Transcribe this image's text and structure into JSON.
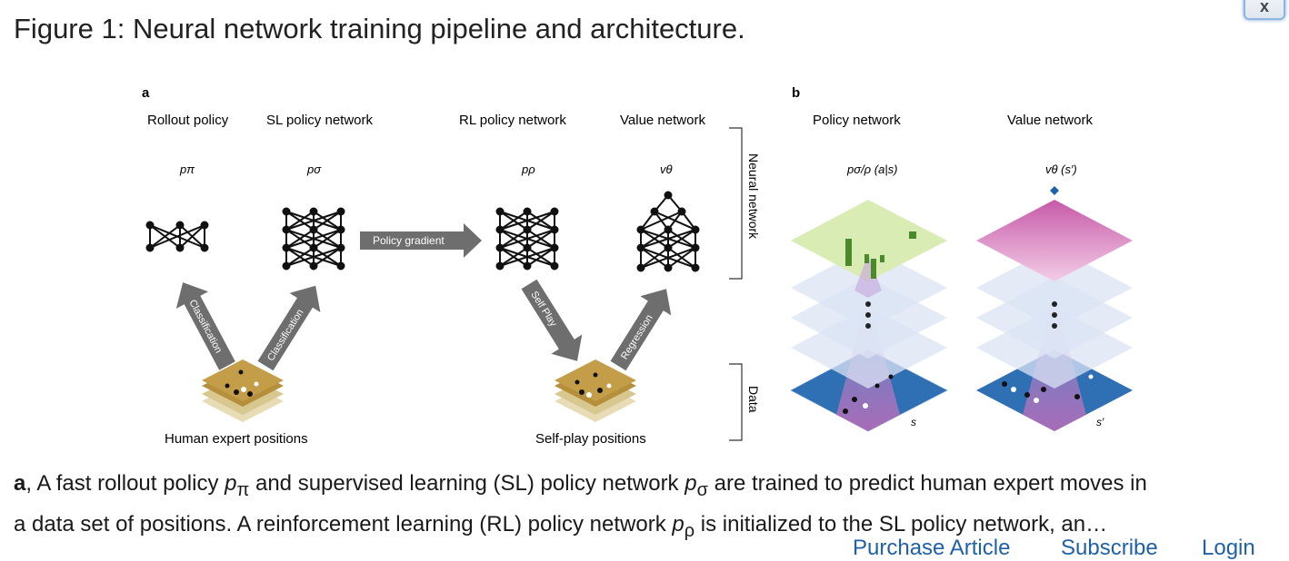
{
  "figure": {
    "title": "Figure 1: Neural network training pipeline and architecture.",
    "close_label": "x",
    "panel_a": {
      "label": "a",
      "columns": [
        {
          "title": "Rollout policy",
          "symbol": "pπ"
        },
        {
          "title": "SL policy network",
          "symbol": "pσ"
        },
        {
          "title": "RL policy network",
          "symbol": "pρ"
        },
        {
          "title": "Value network",
          "symbol": "vθ"
        }
      ],
      "arrow_policy_gradient": "Policy gradient",
      "arrow_classification_1": "Classification",
      "arrow_classification_2": "Classification",
      "arrow_self_play": "Self Play",
      "arrow_regression": "Regression",
      "neural_network_label": "Neural network",
      "data_label": "Data",
      "human_expert_label": "Human expert positions",
      "self_play_label": "Self-play positions"
    },
    "panel_b": {
      "label": "b",
      "policy_title": "Policy network",
      "value_title": "Value network",
      "policy_symbol": "pσ/ρ (a|s)",
      "value_symbol": "vθ (s′)",
      "state_s": "s",
      "state_s_prime": "s′"
    },
    "colors": {
      "link": "#1f61a8",
      "policy_plane": "#d9ecb4",
      "value_plane": "#e49bd0",
      "board_blue": "#2f6fb3",
      "go_board": "#b58f3b"
    }
  },
  "caption": {
    "a_label": "a",
    "p1": ", A fast rollout policy ",
    "sym_pi": "p",
    "sub_pi": "π",
    "p2": " and supervised learning (SL) policy network ",
    "sym_sigma": "p",
    "sub_sigma": "σ",
    "p3": " are trained to predict human expert moves in",
    "p4": "a data set of positions. A reinforcement learning (RL) policy network ",
    "sym_rho": "p",
    "sub_rho": "ρ",
    "p5": " is initialized to the SL policy network, an…"
  },
  "links": {
    "purchase": "Purchase Article",
    "subscribe": "Subscribe",
    "login": "Login"
  }
}
